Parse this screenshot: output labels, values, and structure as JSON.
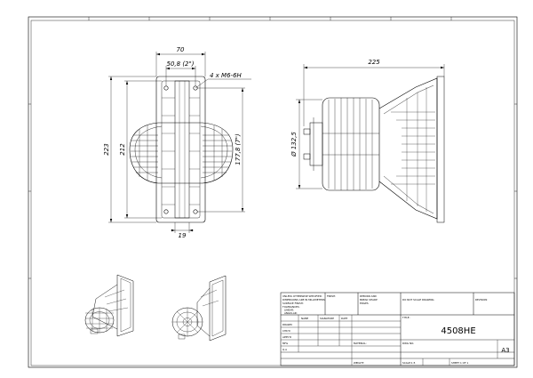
{
  "drawing": {
    "dims": {
      "top_width": "70",
      "inner_width": "50,8 (2\")",
      "thread_note": "4 x M6-6H",
      "overall_height": "223",
      "flange_height": "212",
      "bolt_spacing": "177,8 (7\")",
      "bottom_width": "19",
      "side_length": "225",
      "side_diameter": "Ø 132,5"
    }
  },
  "title_block": {
    "note_unless": "UNLESS OTHERWISE SPECIFIED:",
    "note_dims": "DIMENSIONS ARE IN MILLIMETERS",
    "note_surface": "SURFACE FINISH:",
    "note_tolerances": "TOLERANCES:",
    "note_linear": "LINEAR:",
    "note_angular": "ANGULAR:",
    "finish": "FINISH:",
    "deburr_1": "DEBURR AND",
    "deburr_2": "BREAK SHARP",
    "deburr_3": "EDGES",
    "do_not_scale": "DO NOT SCALE DRAWING",
    "revision": "REVISION",
    "name_hdr": "NAME",
    "signature_hdr": "SIGNATURE",
    "date_hdr": "DATE",
    "drawn": "DRAWN",
    "chkd": "CHK'D",
    "appvd": "APPV'D",
    "mfg": "MFG",
    "qa": "Q.A",
    "title_label": "TITLE:",
    "material_label": "MATERIAL:",
    "dwg_no_label": "DWG NO.",
    "drawing_number": "4508HE",
    "weight_label": "WEIGHT:",
    "scale_label": "SCALE:1:5",
    "sheet_label": "SHEET 1 OF 1",
    "sheet_size": "A3"
  }
}
